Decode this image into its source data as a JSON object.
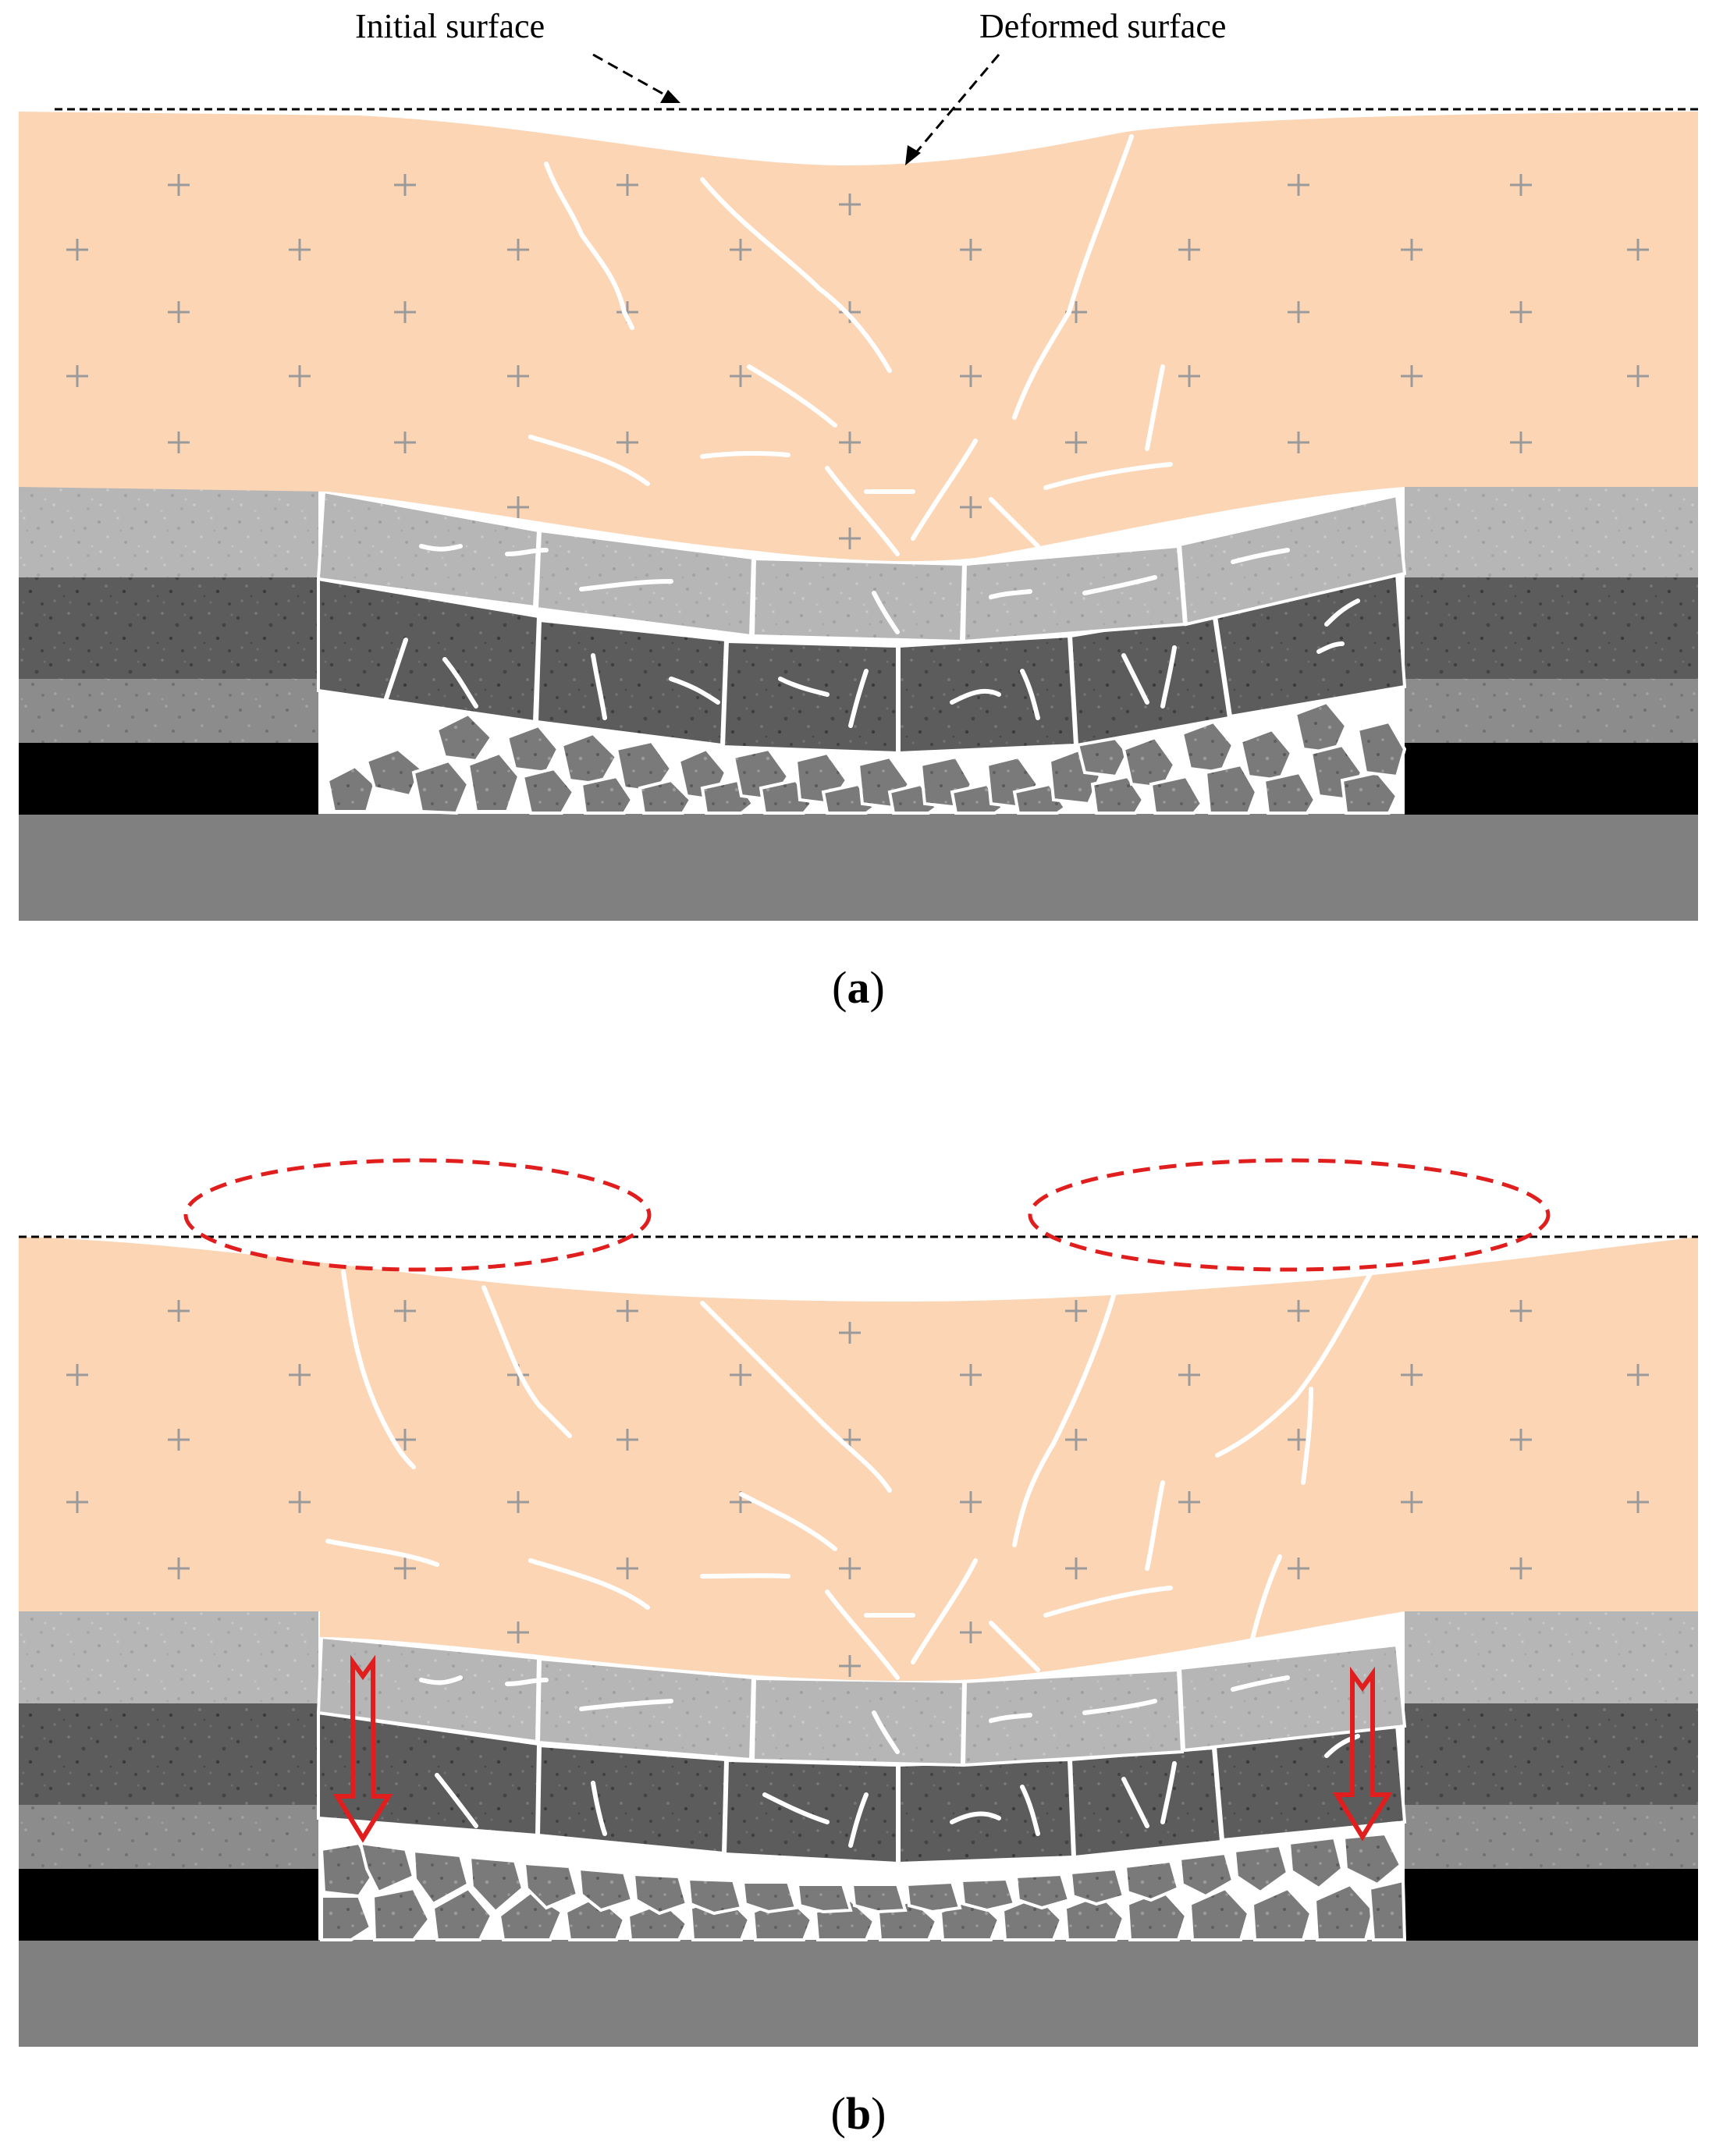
{
  "annotations": {
    "initial_surface": "Initial surface",
    "deformed_surface": "Deformed surface"
  },
  "panels": [
    {
      "label_open": "(",
      "label_letter": "a",
      "label_close": ")"
    },
    {
      "label_open": "(",
      "label_letter": "b",
      "label_close": ")"
    }
  ],
  "colors": {
    "overburden": "#fcd5b5",
    "light_stratum": "#b4b4b4",
    "dark_stratum": "#5a5a5a",
    "mid_stratum": "#8a8a8a",
    "coal_seam": "#000000",
    "floor": "#808080",
    "crack": "#ffffff",
    "cross_mark": "#9a9a9a",
    "highlight_ellipse": "#e01e1e",
    "arrow": "#e01e1e"
  },
  "icons": {
    "subsidence_arrow": "down-arrow-icon",
    "surface_pointer": "dashed-arrow-icon"
  }
}
